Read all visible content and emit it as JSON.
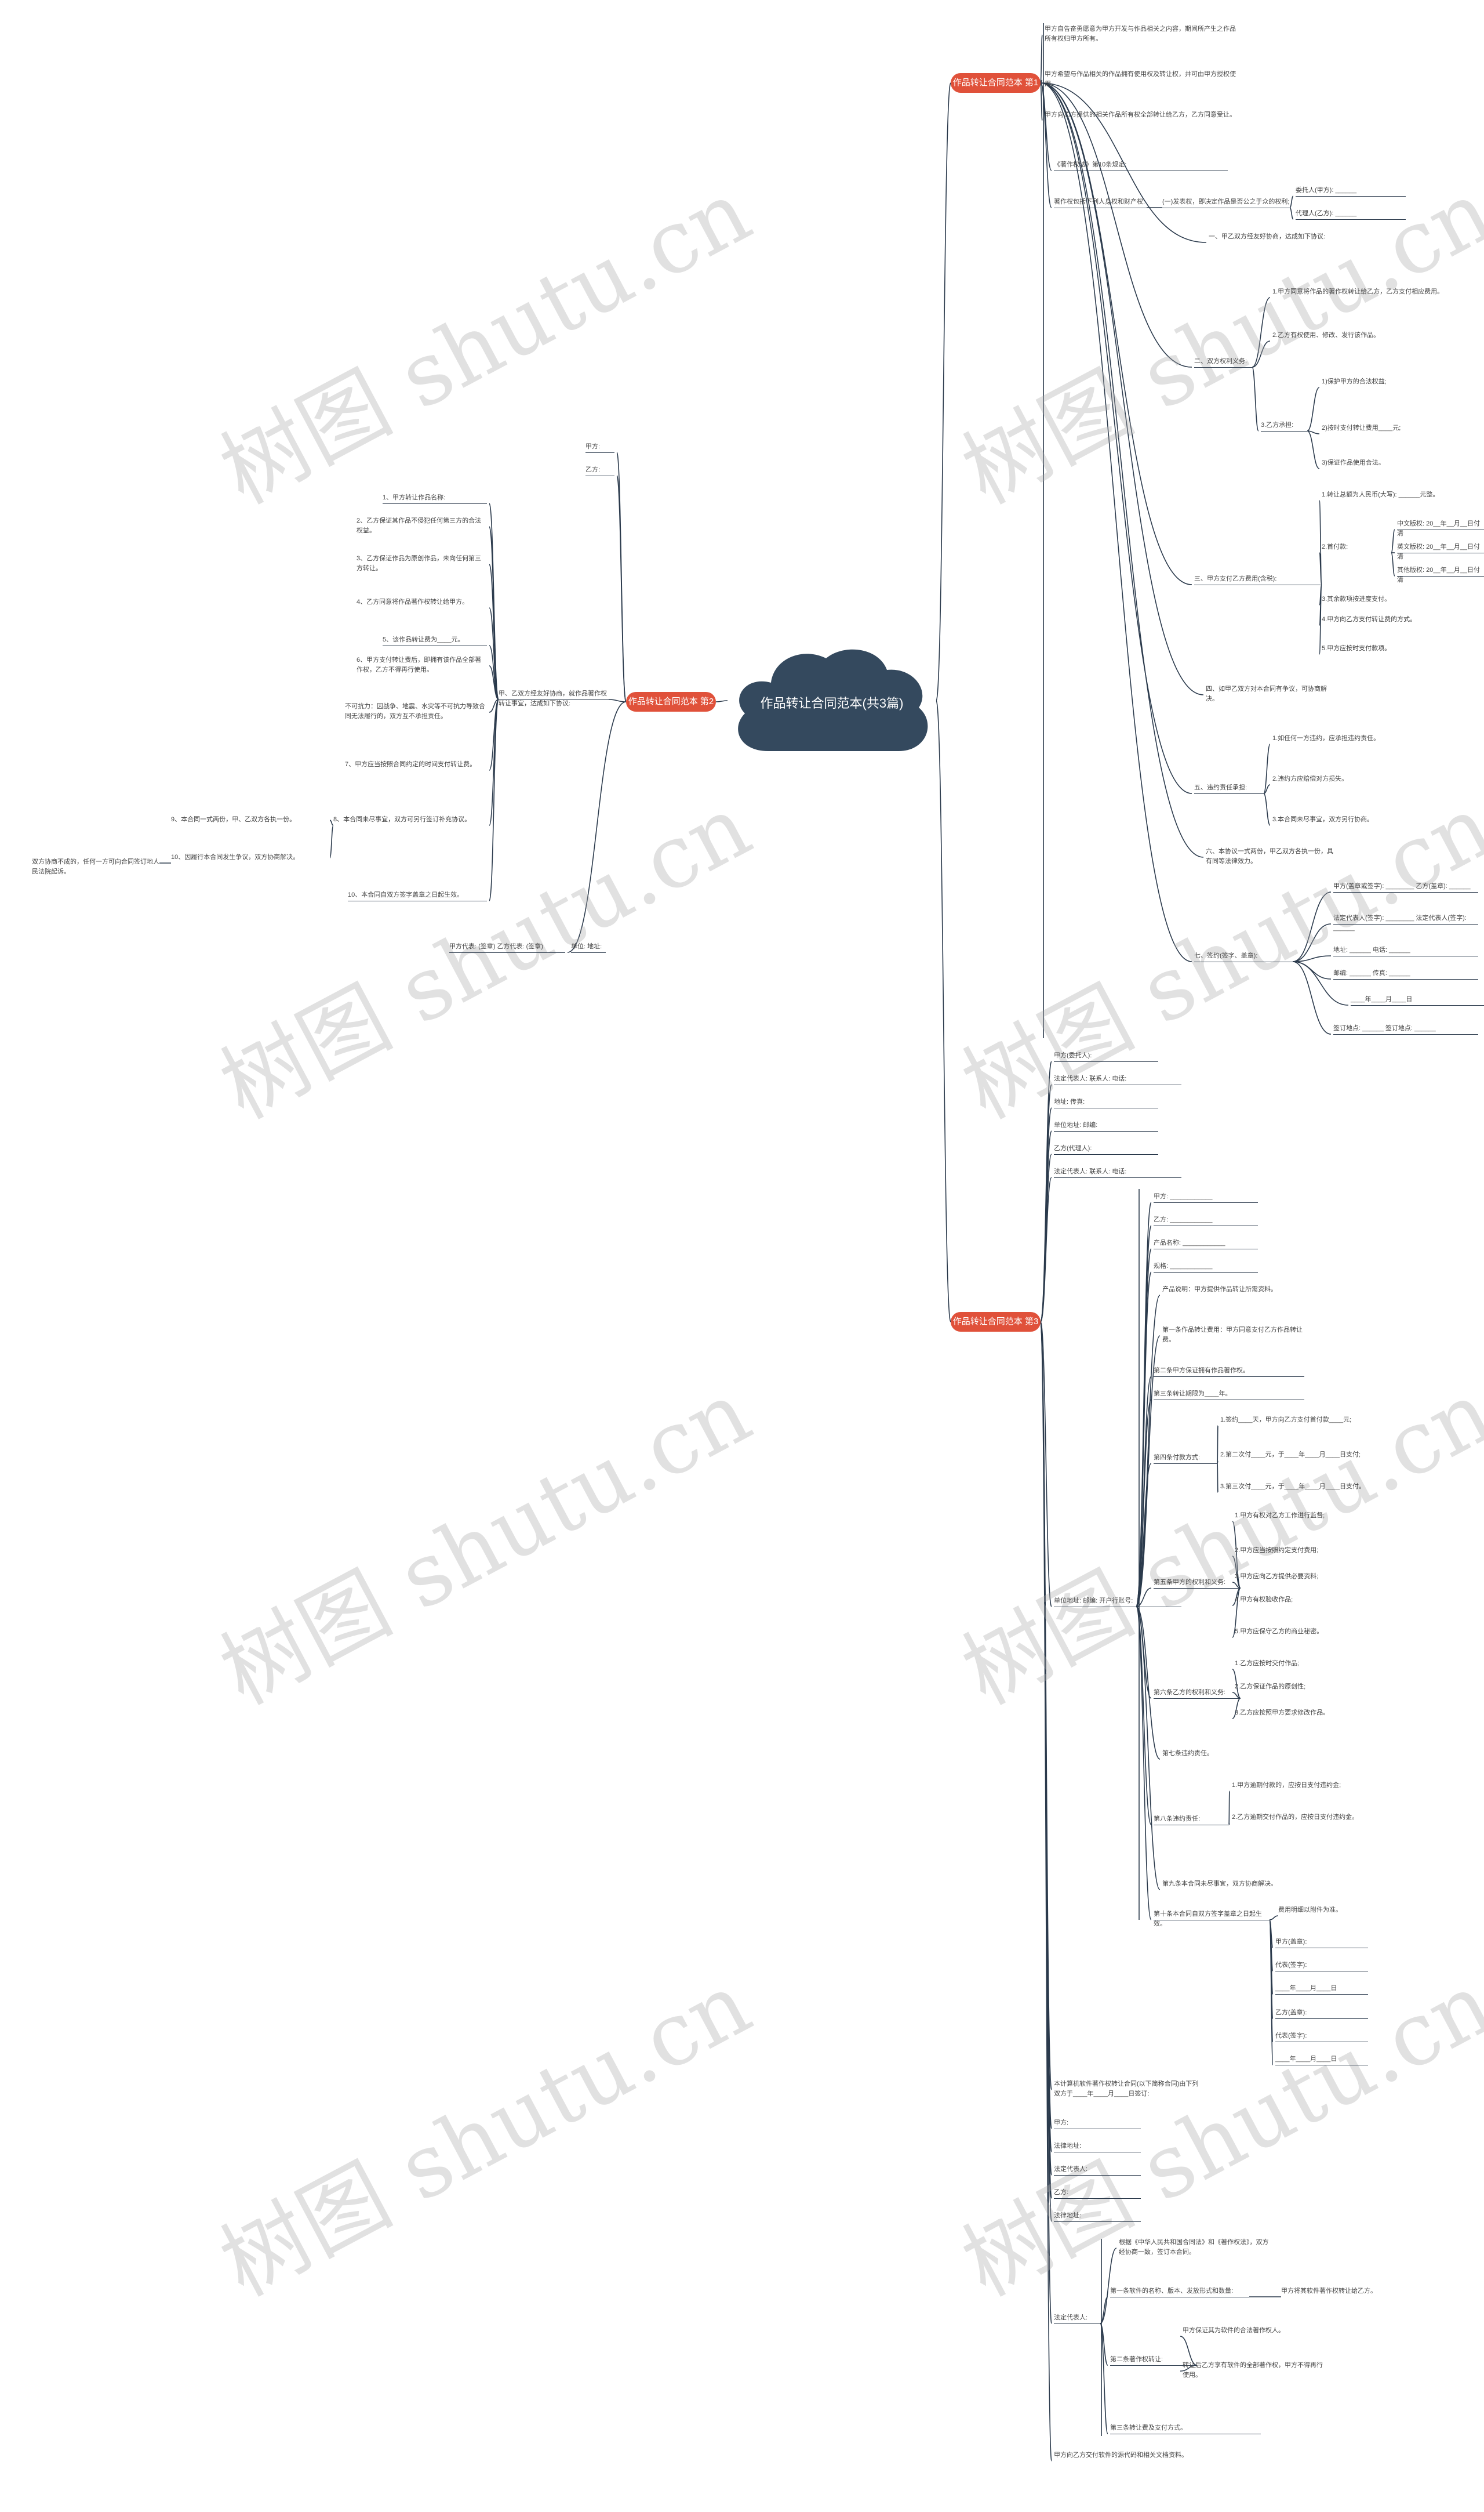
{
  "root": {
    "label": "作品转让合同范本(共3篇)"
  },
  "watermark": "树图 shutu.cn",
  "branches": [
    {
      "label": "作品转让合同范本 第1篇"
    },
    {
      "label": "作品转让合同范本 第2篇"
    },
    {
      "label": "作品转让合同范本 第3篇"
    }
  ],
  "b1": {
    "intro1": "甲方自告奋勇愿意为甲方开发与作品相关之内容，期间所产生之作品所有权归甲方所有。",
    "intro2": "甲方希望与作品相关的作品拥有使用权及转让权，并可由甲方授权使用。",
    "intro3": "甲方向乙方提供的相关作品所有权全部转让给乙方，乙方同意受让。",
    "title": "《著作权法》第10条规定:",
    "main": "著作权包括下列人身权和财产权:",
    "mainSub": "(一)发表权，即决定作品是否公之于众的权利;",
    "partyA": "委托人(甲方): ______",
    "partyB": "代理人(乙方): ______",
    "s1": "一、甲乙双方经友好协商，达成如下协议:",
    "s2": "二、双方权利义务:",
    "s2items": [
      "1.甲方同意将作品的著作权转让给乙方，乙方支付相应费用。",
      "2.乙方有权使用、修改、发行该作品。",
      "3.乙方承担:"
    ],
    "s2sub": [
      "1)保护甲方的合法权益;",
      "2)按时支付转让费用____元;",
      "3)保证作品使用合法。"
    ],
    "s3": "三、甲方支付乙方费用(含税):",
    "s3items": [
      "1.转让总额为人民币(大写): ______元整。",
      "2.首付款:",
      "3.其余款项按进度支付。",
      "4.甲方向乙方支付转让费的方式。",
      "5.甲方应按时支付款项。"
    ],
    "s3sub": [
      "中文版权: 20__年__月__日付清",
      "英文版权: 20__年__月__日付清",
      "其他版权: 20__年__月__日付清"
    ],
    "s4intro": "四、如甲乙双方对本合同有争议，可协商解决。",
    "s4": "五、违约责任承担:",
    "s4items": [
      "1.如任何一方违约，应承担违约责任。",
      "2.违约方应赔偿对方损失。",
      "3.本合同未尽事宜，双方另行协商。"
    ],
    "s5": "六、本协议一式两份，甲乙双方各执一份，具有同等法律效力。",
    "s6": "七、签约(签字、盖章):",
    "sig": [
      "甲方(盖章或签字): ________ 乙方(盖章): ______",
      "法定代表人(签字): ________ 法定代表人(签字): ______",
      "地址: ______ 电话: ______",
      "邮编: ______ 传真: ______",
      "____年____月____日",
      "签订地点: ______ 签订地点: ______"
    ]
  },
  "b2": {
    "partyA": "甲方:",
    "partyB": "乙方:",
    "main": "甲、乙双方经友好协商，就作品著作权转让事宜，达成如下协议:",
    "items": [
      "1、甲方转让作品名称:",
      "2、乙方保证其作品不侵犯任何第三方的合法权益。",
      "3、乙方保证作品为原创作品，未向任何第三方转让。",
      "4、乙方同意将作品著作权转让给甲方。",
      "5、该作品转让费为____元。",
      "6、甲方支付转让费后，即拥有该作品全部著作权，乙方不得再行使用。",
      "不可抗力：因战争、地震、水灾等不可抗力导致合同无法履行的，双方互不承担责任。",
      "7、甲方应当按照合同约定的时间支付转让费。",
      "8、本合同未尽事宜，双方可另行签订补充协议。",
      "10、本合同自双方签字盖章之日起生效。"
    ],
    "sub": [
      "9、本合同一式两份，甲、乙双方各执一份。",
      "10、因履行本合同发生争议，双方协商解决。"
    ],
    "leaf": "双方协商不成的，任何一方可向合同签订地人民法院起诉。",
    "signA": "甲方代表: (签章) 乙方代表: (签章)",
    "signB": "单位: 地址:"
  },
  "b3": {
    "header": [
      "甲方(委托人):",
      "法定代表人: 联系人: 电话:",
      "地址: 传真:",
      "单位地址: 邮编:",
      "乙方(代理人):",
      "法定代表人: 联系人: 电话:"
    ],
    "unitLine": "单位地址: 邮编: 开户行账号:",
    "fields": [
      "甲方: ____________",
      "乙方: ____________",
      "产品名称: ____________",
      "规格: ____________"
    ],
    "clauses": [
      "产品说明：甲方提供作品转让所需资料。",
      "第一条作品转让费用：甲方同意支付乙方作品转让费。",
      "第二条甲方保证拥有作品著作权。",
      "第三条转让期限为____年。",
      "第四条付款方式:"
    ],
    "payments": [
      "1.签约____天，甲方向乙方支付首付款____元;",
      "2.第二次付____元，于____年____月____日支付;",
      "3.第三次付____元，于____年____月____日支付。"
    ],
    "s5": "第五条甲方的权利和义务:",
    "s5items": [
      "1.甲方有权对乙方工作进行监督;",
      "2.甲方应当按照约定支付费用;",
      "3.甲方应向乙方提供必要资料;",
      "4.甲方有权验收作品;",
      "5.甲方应保守乙方的商业秘密。"
    ],
    "s6": "第六条乙方的权利和义务:",
    "s6items": [
      "1.乙方应按时交付作品;",
      "2.乙方保证作品的原创性;",
      "3.乙方应按照甲方要求修改作品。"
    ],
    "s7": "第七条违约责任。",
    "s8": "第八条违约责任:",
    "s8items": [
      "1.甲方逾期付款的，应按日支付违约金;",
      "2.乙方逾期交付作品的，应按日支付违约金。"
    ],
    "s9": "第九条本合同未尽事宜，双方协商解决。",
    "s10": "第十条本合同自双方签字盖章之日起生效。",
    "s10sub": "费用明细以附件为准。",
    "sig": [
      "甲方(盖章):",
      "代表(签字):",
      "____年____月____日",
      "乙方(盖章):",
      "代表(签字):",
      "____年____月____日"
    ],
    "extra": [
      "本计算机软件著作权转让合同(以下简称合同)由下列双方于____年____月____日签订:",
      "甲方:",
      "法律地址:",
      "法定代表人:",
      "乙方:",
      "法律地址:"
    ],
    "rep": "法定代表人:",
    "repItems": [
      "根据《中华人民共和国合同法》和《著作权法》，双方经协商一致，签订本合同。",
      "第一条软件的名称、版本、发放形式和数量:",
      "第二条著作权转让:",
      "第三条转让费及支付方式。"
    ],
    "repSub1": "甲方将其软件著作权转让给乙方。",
    "repSub2": [
      "甲方保证其为软件的合法著作权人。",
      "转让后乙方享有软件的全部著作权，甲方不得再行使用。"
    ],
    "footer": "甲方向乙方交付软件的源代码和相关文档资料。"
  }
}
